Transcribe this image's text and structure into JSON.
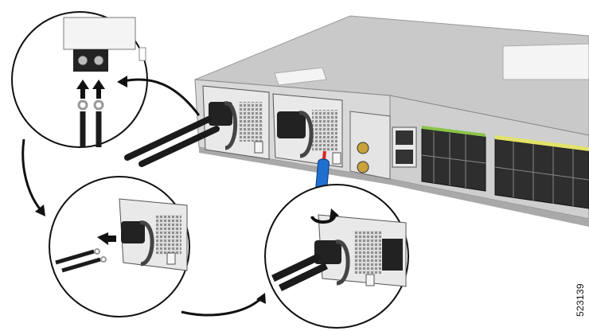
{
  "figure_id": "523139",
  "steps": [
    {
      "name": "insert-lugs-into-terminal-block"
    },
    {
      "name": "insert-cable-into-power-supply"
    },
    {
      "name": "tighten-captive-screw"
    }
  ],
  "colors": {
    "chassis": "#d7d7d7",
    "chassis_top": "#bdbdbd",
    "psu_face": "#ececec",
    "cable": "#1b1b1b",
    "screwdriver_handle": "#1f6fd0",
    "screwdriver_tip": "#e02020",
    "port_green": "#8bc34a",
    "port_yellow": "#e3e36a",
    "outline": "#111111"
  }
}
